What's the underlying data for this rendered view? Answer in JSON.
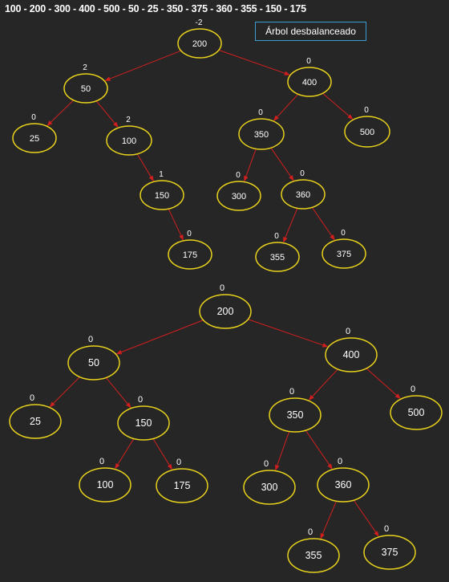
{
  "sequence": "100 - 200 - 300 - 400 - 500 - 50 - 25 - 350 - 375 - 360 - 355 - 150 - 175",
  "label": "Árbol desbalanceado",
  "colors": {
    "background": "#262626",
    "node_stroke": "#e8d21c",
    "edge": "#d11f1f",
    "label_border": "#3b9bd1",
    "text": "#ffffff"
  },
  "trees": [
    {
      "name": "unbalanced",
      "nodes": [
        {
          "id": "n200",
          "value": "200",
          "balance": "-2"
        },
        {
          "id": "n50",
          "value": "50",
          "balance": "2"
        },
        {
          "id": "n400",
          "value": "400",
          "balance": "0"
        },
        {
          "id": "n25",
          "value": "25",
          "balance": "0"
        },
        {
          "id": "n100",
          "value": "100",
          "balance": "2"
        },
        {
          "id": "n350",
          "value": "350",
          "balance": "0"
        },
        {
          "id": "n500",
          "value": "500",
          "balance": "0"
        },
        {
          "id": "n150",
          "value": "150",
          "balance": "1"
        },
        {
          "id": "n300",
          "value": "300",
          "balance": "0"
        },
        {
          "id": "n360",
          "value": "360",
          "balance": "0"
        },
        {
          "id": "n175",
          "value": "175",
          "balance": "0"
        },
        {
          "id": "n355",
          "value": "355",
          "balance": "0"
        },
        {
          "id": "n375",
          "value": "375",
          "balance": "0"
        }
      ],
      "edges": [
        [
          "n200",
          "n50"
        ],
        [
          "n200",
          "n400"
        ],
        [
          "n50",
          "n25"
        ],
        [
          "n50",
          "n100"
        ],
        [
          "n100",
          "n150"
        ],
        [
          "n150",
          "n175"
        ],
        [
          "n400",
          "n350"
        ],
        [
          "n400",
          "n500"
        ],
        [
          "n350",
          "n300"
        ],
        [
          "n350",
          "n360"
        ],
        [
          "n360",
          "n355"
        ],
        [
          "n360",
          "n375"
        ]
      ]
    },
    {
      "name": "balanced",
      "nodes": [
        {
          "id": "m200",
          "value": "200",
          "balance": "0"
        },
        {
          "id": "m50",
          "value": "50",
          "balance": "0"
        },
        {
          "id": "m400",
          "value": "400",
          "balance": "0"
        },
        {
          "id": "m25",
          "value": "25",
          "balance": "0"
        },
        {
          "id": "m150",
          "value": "150",
          "balance": "0"
        },
        {
          "id": "m350",
          "value": "350",
          "balance": "0"
        },
        {
          "id": "m500",
          "value": "500",
          "balance": "0"
        },
        {
          "id": "m100",
          "value": "100",
          "balance": "0"
        },
        {
          "id": "m175",
          "value": "175",
          "balance": "0"
        },
        {
          "id": "m300",
          "value": "300",
          "balance": "0"
        },
        {
          "id": "m360",
          "value": "360",
          "balance": "0"
        },
        {
          "id": "m355",
          "value": "355",
          "balance": "0"
        },
        {
          "id": "m375",
          "value": "375",
          "balance": "0"
        }
      ],
      "edges": [
        [
          "m200",
          "m50"
        ],
        [
          "m200",
          "m400"
        ],
        [
          "m50",
          "m25"
        ],
        [
          "m50",
          "m150"
        ],
        [
          "m150",
          "m100"
        ],
        [
          "m150",
          "m175"
        ],
        [
          "m400",
          "m350"
        ],
        [
          "m400",
          "m500"
        ],
        [
          "m350",
          "m300"
        ],
        [
          "m350",
          "m360"
        ],
        [
          "m360",
          "m355"
        ],
        [
          "m360",
          "m375"
        ]
      ]
    }
  ]
}
